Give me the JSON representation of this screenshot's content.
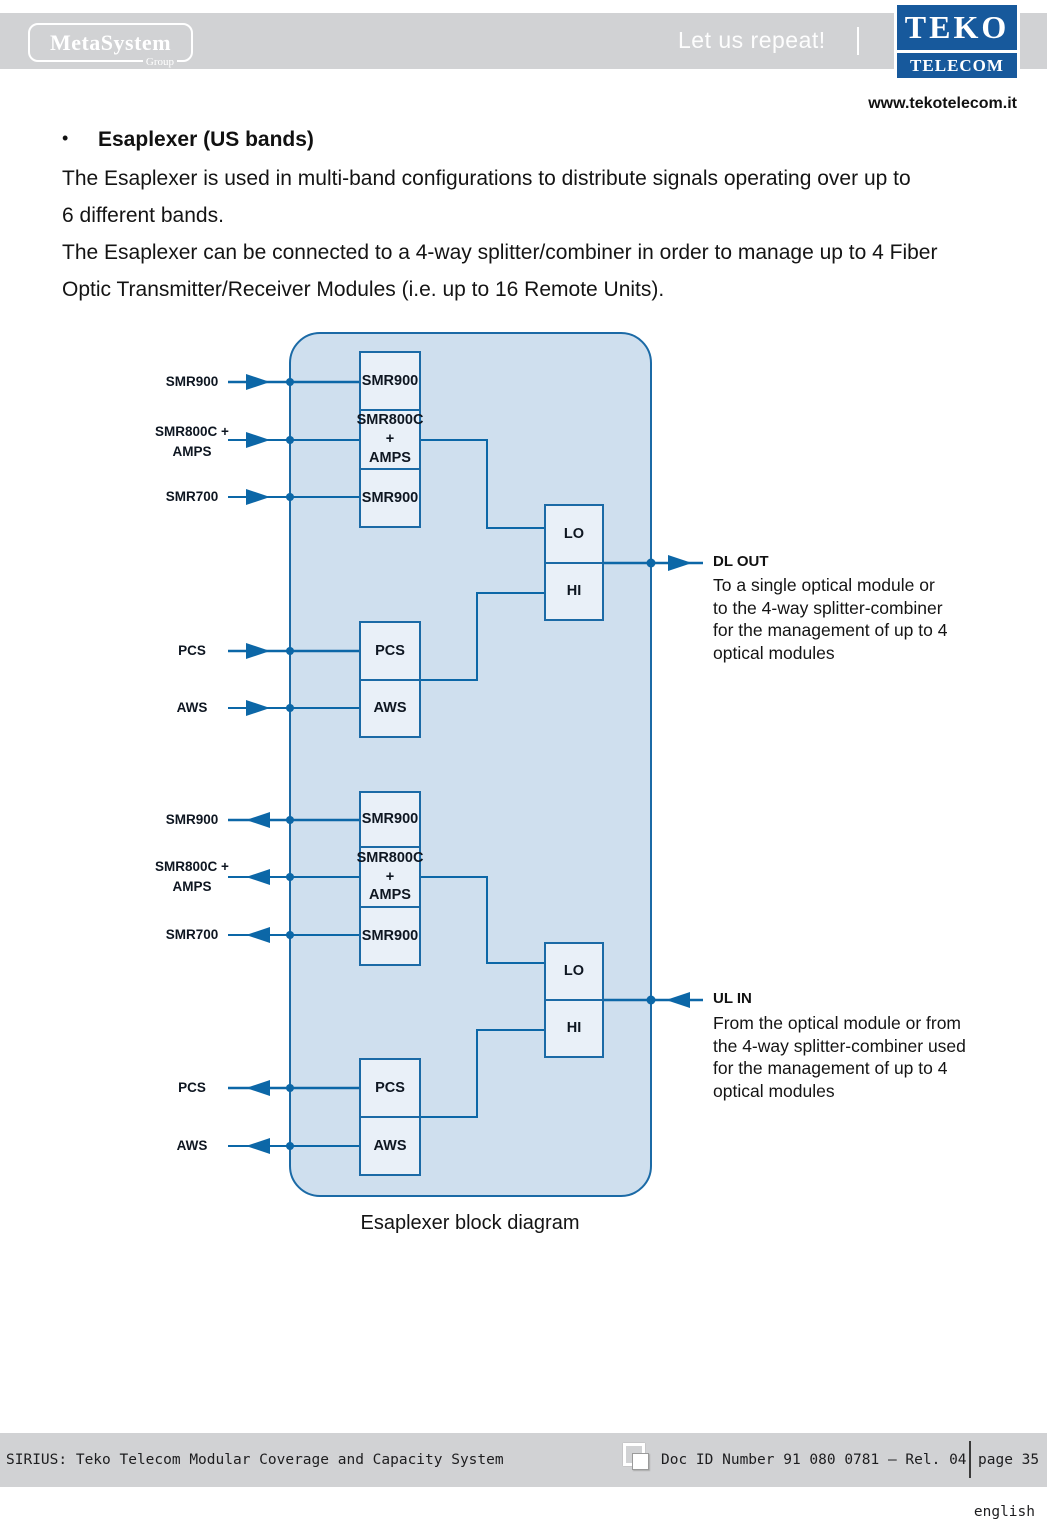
{
  "header": {
    "brand": "MetaSystem",
    "brand_sub": "Group",
    "tagline": "Let us repeat!",
    "logo_top": "TEKO",
    "logo_bottom": "TELECOM",
    "website": "www.tekotelecom.it"
  },
  "content": {
    "bullet": "•",
    "title": "Esaplexer (US bands)",
    "para1_lines": [
      "The Esaplexer is used in multi-band configurations to distribute signals operating over up to",
      "6 different bands."
    ],
    "para2_lines": [
      "The Esaplexer can be connected to a 4-way splitter/combiner in order to manage up to 4 Fiber",
      "Optic Transmitter/Receiver Modules (i.e. up to 16 Remote Units)."
    ]
  },
  "diagram": {
    "caption": "Esaplexer block diagram",
    "left_labels": [
      {
        "lines": [
          "SMR900"
        ]
      },
      {
        "lines": [
          "SMR800C +",
          "AMPS"
        ]
      },
      {
        "lines": [
          "SMR700"
        ]
      },
      {
        "lines": [
          "PCS"
        ]
      },
      {
        "lines": [
          "AWS"
        ]
      },
      {
        "lines": [
          "SMR900"
        ]
      },
      {
        "lines": [
          "SMR800C +",
          "AMPS"
        ]
      },
      {
        "lines": [
          "SMR700"
        ]
      },
      {
        "lines": [
          "PCS"
        ]
      },
      {
        "lines": [
          "AWS"
        ]
      }
    ],
    "blocks": [
      {
        "lines": [
          "SMR900"
        ]
      },
      {
        "lines": [
          "SMR800C",
          "+",
          "AMPS"
        ]
      },
      {
        "lines": [
          "SMR900"
        ]
      },
      {
        "lines": [
          "LO"
        ]
      },
      {
        "lines": [
          "HI"
        ]
      },
      {
        "lines": [
          "PCS"
        ]
      },
      {
        "lines": [
          "AWS"
        ]
      },
      {
        "lines": [
          "SMR900"
        ]
      },
      {
        "lines": [
          "SMR800C",
          "+",
          "AMPS"
        ]
      },
      {
        "lines": [
          "SMR900"
        ]
      },
      {
        "lines": [
          "LO"
        ]
      },
      {
        "lines": [
          "HI"
        ]
      },
      {
        "lines": [
          "PCS"
        ]
      },
      {
        "lines": [
          "AWS"
        ]
      }
    ],
    "dl_out": {
      "label": "DL OUT",
      "desc_lines": [
        "To a single optical module or",
        "to the 4-way splitter-combiner",
        "for the management of up to 4",
        "optical modules"
      ]
    },
    "ul_in": {
      "label": "UL IN",
      "desc_lines": [
        "From the optical module or from",
        "the 4-way splitter-combiner used",
        "for the management of up to 4",
        "optical modules"
      ]
    }
  },
  "footer": {
    "left": "SIRIUS: Teko Telecom Modular Coverage and Capacity System",
    "doc_id": "Doc ID Number 91 080 0781 – Rel. 04",
    "page": "page 35",
    "language": "english"
  },
  "colors": {
    "band_gray": "#d1d2d4",
    "logo_blue": "#17599c",
    "panel_fill": "#cfdfee",
    "panel_border": "#1b6aa6",
    "block_fill": "#e9f0f8",
    "line_blue": "#0c67a7"
  }
}
